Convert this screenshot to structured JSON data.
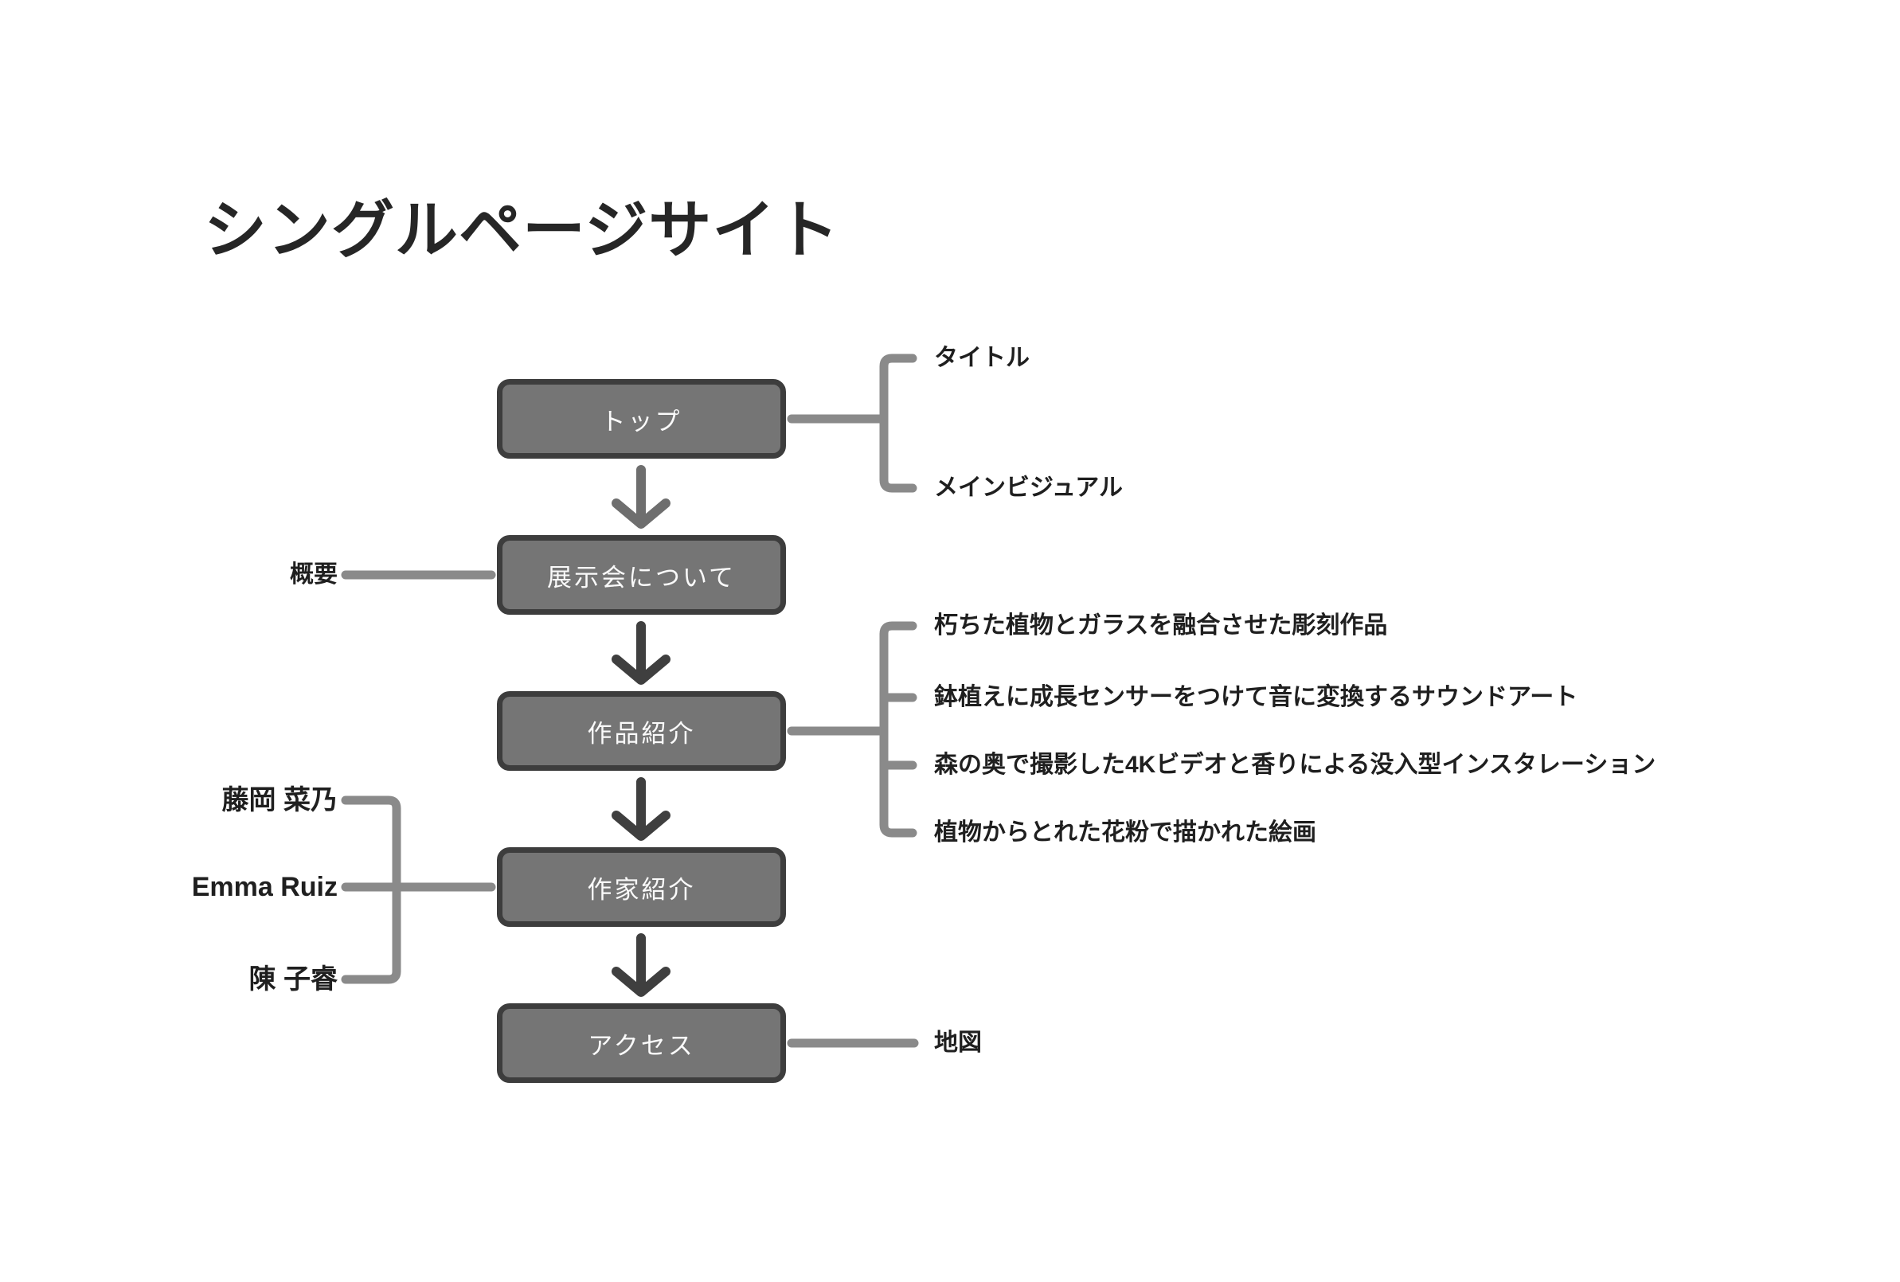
{
  "page": {
    "title": "シングルページサイト"
  },
  "flow": {
    "boxes": [
      {
        "label": "トップ"
      },
      {
        "label": "展示会について"
      },
      {
        "label": "作品紹介"
      },
      {
        "label": "作家紹介"
      },
      {
        "label": "アクセス"
      }
    ]
  },
  "annotations": {
    "top_children": [
      "タイトル",
      "メインビジュアル"
    ],
    "overview_label": "概要",
    "works": [
      "朽ちた植物とガラスを融合させた彫刻作品",
      "鉢植えに成長センサーをつけて音に変換するサウンドアート",
      "森の奥で撮影した4Kビデオと香りによる没入型インスタレーション",
      "植物からとれた花粉で描かれた絵画"
    ],
    "artists": [
      "藤岡 菜乃",
      "Emma Ruiz",
      "陳 子睿"
    ],
    "map_label": "地図"
  },
  "colors": {
    "background": "#ffffff",
    "box_fill": "#757575",
    "box_border": "#3d3d3d",
    "box_text": "#fafafa",
    "connector": "#8a8a8a",
    "arrow_light": "#6e6e6e",
    "arrow_dark": "#3f3f3f",
    "label_text": "#1f1f1f",
    "title_text": "#262626"
  }
}
